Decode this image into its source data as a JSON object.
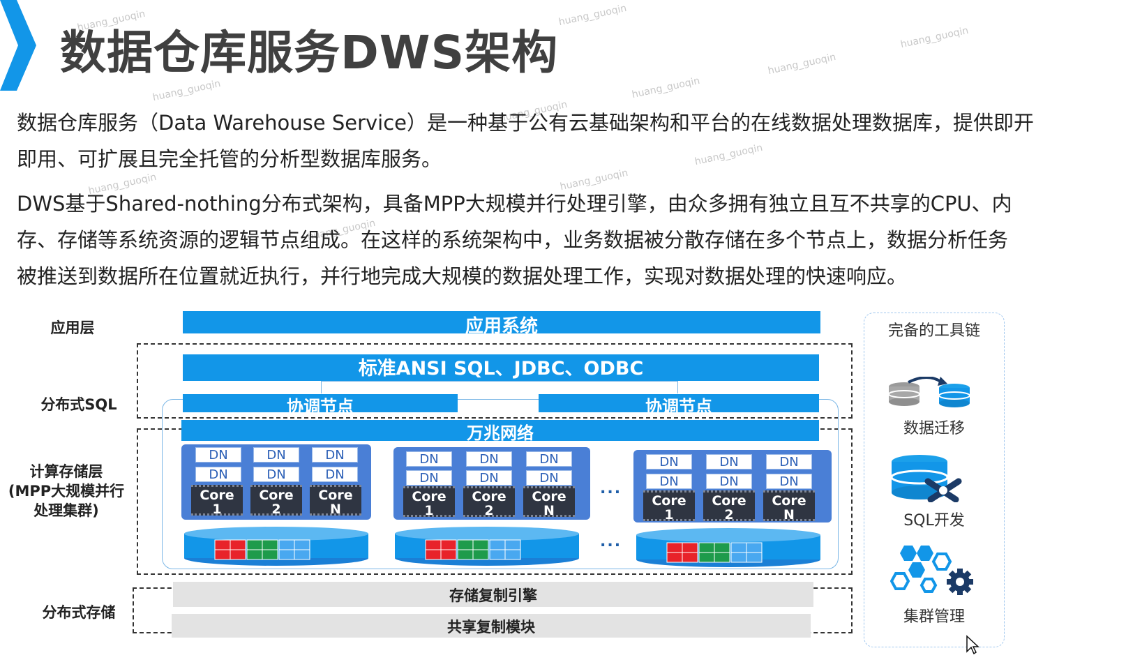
{
  "title": "数据仓库服务DWS架构",
  "paragraphs": {
    "p1_line1": "数据仓库服务（Data Warehouse Service）是一种基于公有云基础架构和平台的在线数据处理数据库，提供即开",
    "p1_line2": "即用、可扩展且完全托管的分析型数据库服务。",
    "p2_line1": "DWS基于Shared-nothing分布式架构，具备MPP大规模并行处理引擎，由众多拥有独立且互不共享的CPU、内",
    "p2_line2": "存、存储等系统资源的逻辑节点组成。在这样的系统架构中，业务数据被分散存储在多个节点上，数据分析任务",
    "p2_line3": "被推送到数据所在位置就近执行，并行地完成大规模的数据处理工作，实现对数据处理的快速响应。"
  },
  "layers": {
    "app": "应用层",
    "dist_sql": "分布式SQL",
    "compute_l1": "计算存储层",
    "compute_l2": "(MPP大规模并行",
    "compute_l3": "处理集群)",
    "dist_storage": "分布式存储"
  },
  "bars": {
    "app_system": "应用系统",
    "sql_std": "标准ANSI SQL、JDBC、ODBC",
    "coord_left": "协调节点",
    "coord_right": "协调节点",
    "network": "万兆网络",
    "storage_engine": "存储复制引擎",
    "shared_module": "共享复制模块"
  },
  "dn_label": "DN",
  "core_label": "Core",
  "core_ids": [
    "1",
    "2",
    "N"
  ],
  "ellipsis": "...",
  "toolchain": {
    "title": "完备的工具链",
    "items": [
      "数据迁移",
      "SQL开发",
      "集群管理"
    ]
  },
  "watermark": "huang_guoqin",
  "colors": {
    "accent_blue": "#1296e8",
    "node_blue": "#4a7fd6",
    "chip_dark": "#2f3542",
    "gray_bar": "#e3e3e3",
    "block_red": "#e8232a",
    "block_green": "#1e9b4b",
    "block_blue": "#49a8f0"
  }
}
